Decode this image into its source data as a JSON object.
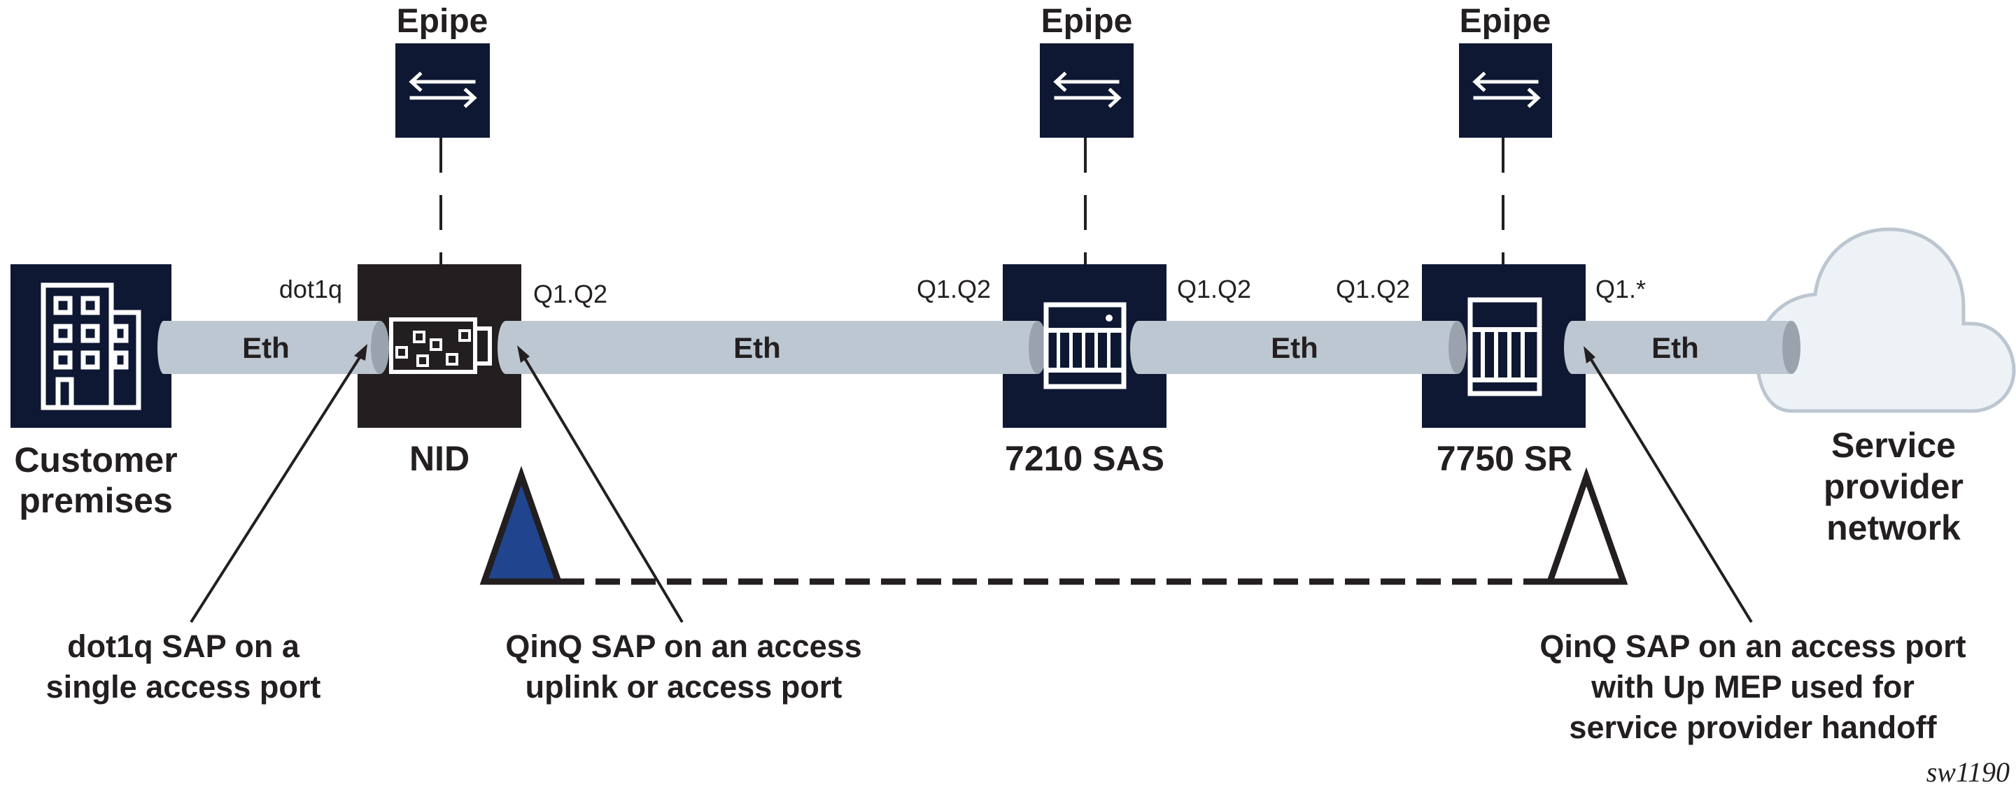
{
  "diagram": {
    "colors": {
      "device_navy": "#0e1833",
      "nid_black": "#231f20",
      "pipe": "#bdc7d1",
      "pipe_end": "#9aa2ae",
      "cloud_fill": "#edf2f6",
      "cloud_stroke": "#bcc6d0",
      "mep_down_fill": "#20458e",
      "line": "#231f20"
    },
    "epipes": [
      {
        "label": "Epipe",
        "icon": "bidirectional-arrows-icon"
      },
      {
        "label": "Epipe",
        "icon": "bidirectional-arrows-icon"
      },
      {
        "label": "Epipe",
        "icon": "bidirectional-arrows-icon"
      }
    ],
    "nodes": {
      "customer": {
        "label_line1": "Customer",
        "label_line2": "premises",
        "icon": "building-icon"
      },
      "nid": {
        "label": "NID",
        "icon": "nid-device-icon"
      },
      "sas": {
        "label": "7210 SAS",
        "icon": "sas-chassis-icon"
      },
      "sr": {
        "label": "7750 SR",
        "icon": "sr-chassis-icon"
      },
      "provider": {
        "label_line1": "Service",
        "label_line2": "provider",
        "label_line3": "network",
        "icon": "cloud-icon"
      }
    },
    "links": [
      {
        "label": "Eth"
      },
      {
        "label": "Eth"
      },
      {
        "label": "Eth"
      },
      {
        "label": "Eth"
      }
    ],
    "port_labels": {
      "nid_in": "dot1q",
      "nid_out": "Q1.Q2",
      "sas_in": "Q1.Q2",
      "sas_out": "Q1.Q2",
      "sr_in": "Q1.Q2",
      "sr_out": "Q1.*"
    },
    "meps": [
      {
        "type": "down-mep",
        "filled": true
      },
      {
        "type": "up-mep",
        "filled": false
      }
    ],
    "notes": [
      {
        "line1": "dot1q SAP on a",
        "line2": "single access port"
      },
      {
        "line1": "QinQ SAP on an access",
        "line2": "uplink or access port"
      },
      {
        "line1": "QinQ SAP on an access port",
        "line2": "with Up MEP used for",
        "line3": "service provider handoff"
      }
    ],
    "figure_id": "sw1190"
  }
}
